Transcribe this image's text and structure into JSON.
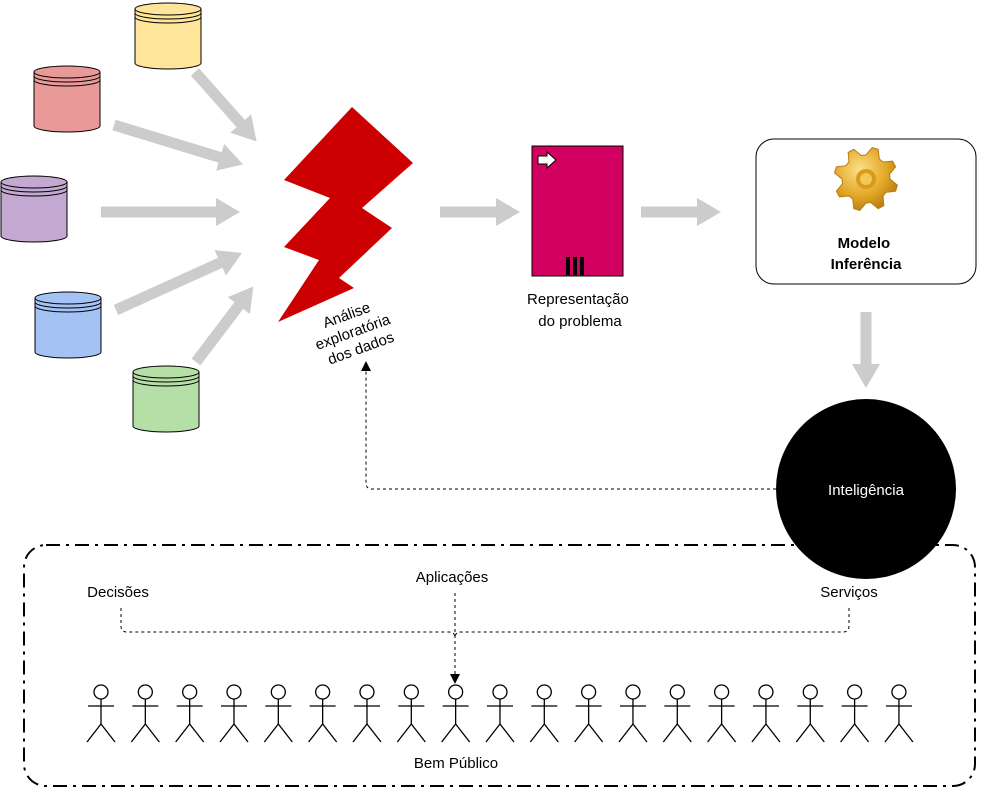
{
  "colors": {
    "arrow_gray": "#cccccc",
    "lightning_red": "#cc0000",
    "block_magenta": "#d20060",
    "circle_black": "#000000",
    "gear_gold": "#e3a826"
  },
  "data_sources": [
    {
      "color": "#ffe599",
      "icon": "database-cylinder"
    },
    {
      "color": "#ea9999",
      "icon": "database-cylinder"
    },
    {
      "color": "#c3a9d1",
      "icon": "database-cylinder"
    },
    {
      "color": "#a4c2f4",
      "icon": "database-cylinder"
    },
    {
      "color": "#b6dfa8",
      "icon": "database-cylinder"
    }
  ],
  "eda": {
    "line1": "Análise",
    "line2": "exploratória",
    "line3": "dos dados",
    "icon": "lightning-bolt"
  },
  "representation": {
    "line1": "Representação",
    "line2": "do problema",
    "icon": "process-block"
  },
  "model": {
    "line1": "Modelo",
    "line2": "Inferência",
    "icon": "gear-icon"
  },
  "intelligence": {
    "label": "Inteligência"
  },
  "public_good": {
    "decisions": "Decisões",
    "applications": "Aplicações",
    "services": "Serviços",
    "label": "Bem Público",
    "people_count": 19,
    "icon": "stick-figure"
  }
}
